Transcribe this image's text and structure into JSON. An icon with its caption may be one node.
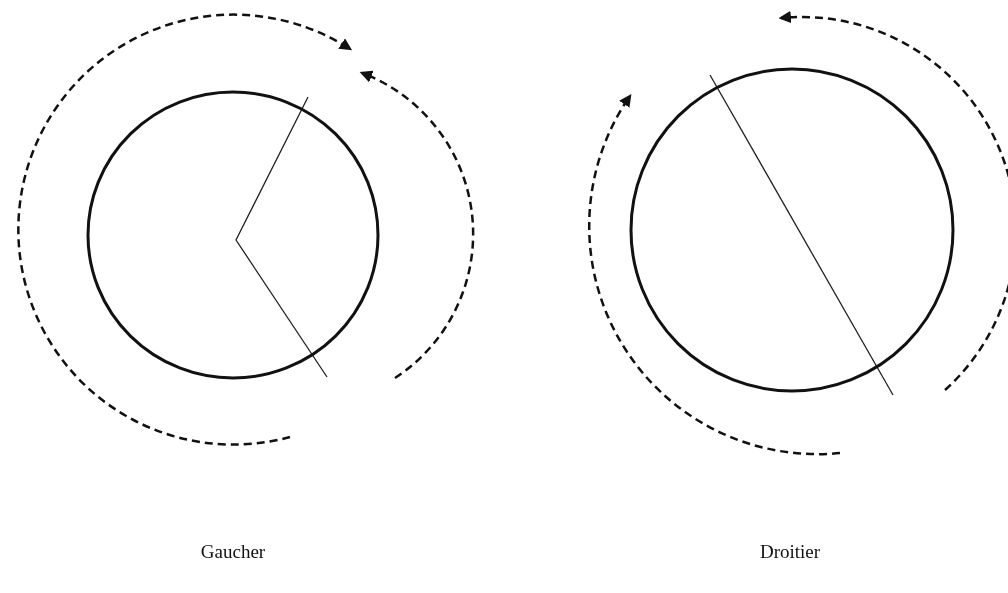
{
  "diagram": {
    "nodes": [
      {
        "text": [],
        "shape": "circle"
      },
      {
        "text": [],
        "shape": "circle"
      }
    ],
    "labels": [
      "Gaucher",
      "Droitier"
    ]
  }
}
